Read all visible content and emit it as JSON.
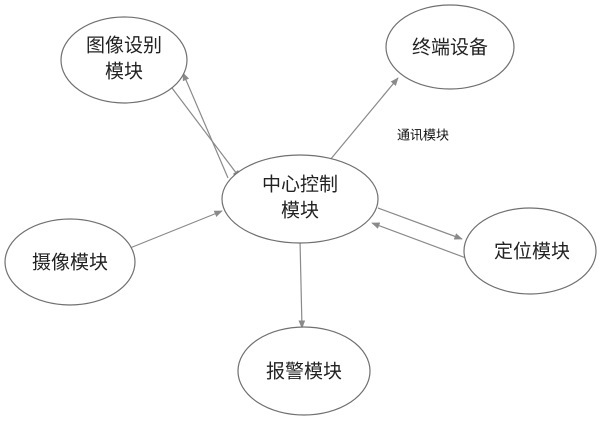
{
  "diagram": {
    "nodes": {
      "image_recognition": {
        "line1": "图像设别",
        "line2": "模块"
      },
      "terminal": {
        "line1": "终端设备"
      },
      "center": {
        "line1": "中心控制",
        "line2": "模块"
      },
      "camera": {
        "line1": "摄像模块"
      },
      "positioning": {
        "line1": "定位模块"
      },
      "alarm": {
        "line1": "报警模块"
      }
    },
    "edge_labels": {
      "communication": "通讯模块"
    },
    "colors": {
      "node_stroke": "#707070",
      "edge": "#8a8a8a",
      "text": "#222222"
    }
  }
}
